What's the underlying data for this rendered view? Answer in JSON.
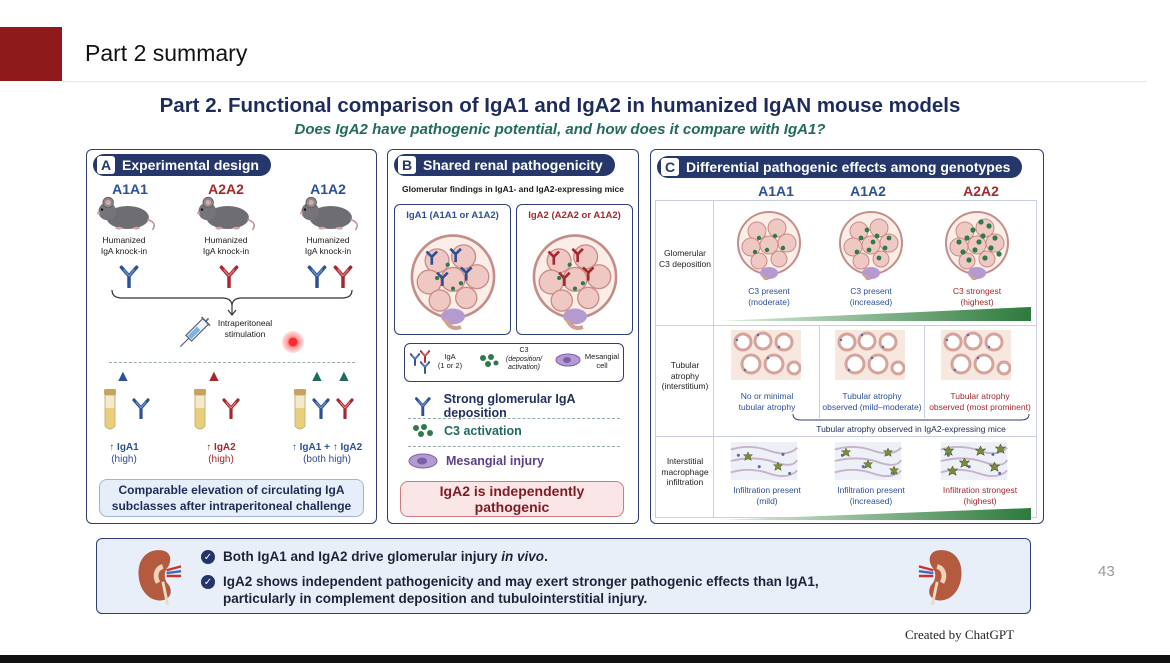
{
  "slide": {
    "title": "Part 2 summary",
    "page_number": "43",
    "credit": "Created by ChatGPT"
  },
  "figure": {
    "title": "Part 2. Functional comparison of IgA1 and IgA2 in humanized IgAN mouse models",
    "subtitle": "Does IgA2 have pathogenic potential, and how does it compare with IgA1?"
  },
  "panel_a": {
    "letter": "A",
    "title": "Experimental design",
    "genotypes": [
      "A1A1",
      "A2A2",
      "A1A2"
    ],
    "mouse_label_line1": "Humanized",
    "mouse_label_line2": "IgA knock-in",
    "injection_line1": "Intraperitoneal",
    "injection_line2": "stimulation",
    "outcomes": [
      {
        "label": "↑ IgA1",
        "sub": "(high)"
      },
      {
        "label": "↑ IgA2",
        "sub": "(high)"
      },
      {
        "label": "↑ IgA1 + ↑ IgA2",
        "sub": "(both high)"
      }
    ],
    "callout_line1": "Comparable elevation of circulating IgA",
    "callout_line2": "subclasses after intraperitoneal challenge"
  },
  "panel_b": {
    "letter": "B",
    "title": "Shared renal pathogenicity",
    "caption": "Glomerular findings in IgA1- and IgA2-expressing mice",
    "iga1_label": "IgA1 (A1A1 or A1A2)",
    "iga2_label": "IgA2 (A2A2 or A1A2)",
    "legend_iga": "IgA",
    "legend_iga_sub": "(1 or 2)",
    "legend_c3": "C3",
    "legend_c3_sub1": "(deposition/",
    "legend_c3_sub2": "activation)",
    "legend_mes1": "Mesangial",
    "legend_mes2": "cell",
    "findings": [
      "Strong glomerular IgA deposition",
      "C3 activation",
      "Mesangial injury"
    ],
    "callout": "IgA2 is independently pathogenic"
  },
  "panel_c": {
    "letter": "C",
    "title": "Differential pathogenic effects among genotypes",
    "columns": [
      "A1A1",
      "A1A2",
      "A2A2"
    ],
    "rows": [
      {
        "label": [
          "Glomerular",
          "C3 deposition"
        ],
        "cells": [
          {
            "l1": "C3 present",
            "l2": "(moderate)"
          },
          {
            "l1": "C3 present",
            "l2": "(increased)"
          },
          {
            "l1": "C3 strongest",
            "l2": "(highest)"
          }
        ]
      },
      {
        "label": [
          "Tubular atrophy",
          "(interstitium)"
        ],
        "cells": [
          {
            "l1": "No or minimal",
            "l2": "tubular atrophy"
          },
          {
            "l1": "Tubular atrophy",
            "l2": "observed (mild–moderate)"
          },
          {
            "l1": "Tubular atrophy",
            "l2": "observed (most prominent)"
          }
        ],
        "note": "Tubular atrophy observed in IgA2-expressing mice"
      },
      {
        "label": [
          "Interstitial",
          "macrophage",
          "infiltration"
        ],
        "cells": [
          {
            "l1": "Infiltration present",
            "l2": "(mild)"
          },
          {
            "l1": "Infiltration present",
            "l2": "(increased)"
          },
          {
            "l1": "Infiltration strongest",
            "l2": "(highest)"
          }
        ]
      }
    ]
  },
  "summary": {
    "line1_prefix": "Both IgA1 and IgA2 drive glomerular injury ",
    "line1_italic": "in vivo",
    "line1_suffix": ".",
    "line2a": "IgA2 shows independent pathogenicity and may exert stronger pathogenic effects than IgA1,",
    "line2b": "particularly in complement deposition and tubulointerstitial injury."
  },
  "colors": {
    "accent": "#8e1a1c",
    "navy": "#26386b",
    "iga1_blue": "#2c4f95",
    "iga2_red": "#a4282f",
    "c3_green": "#2f7a4a"
  }
}
